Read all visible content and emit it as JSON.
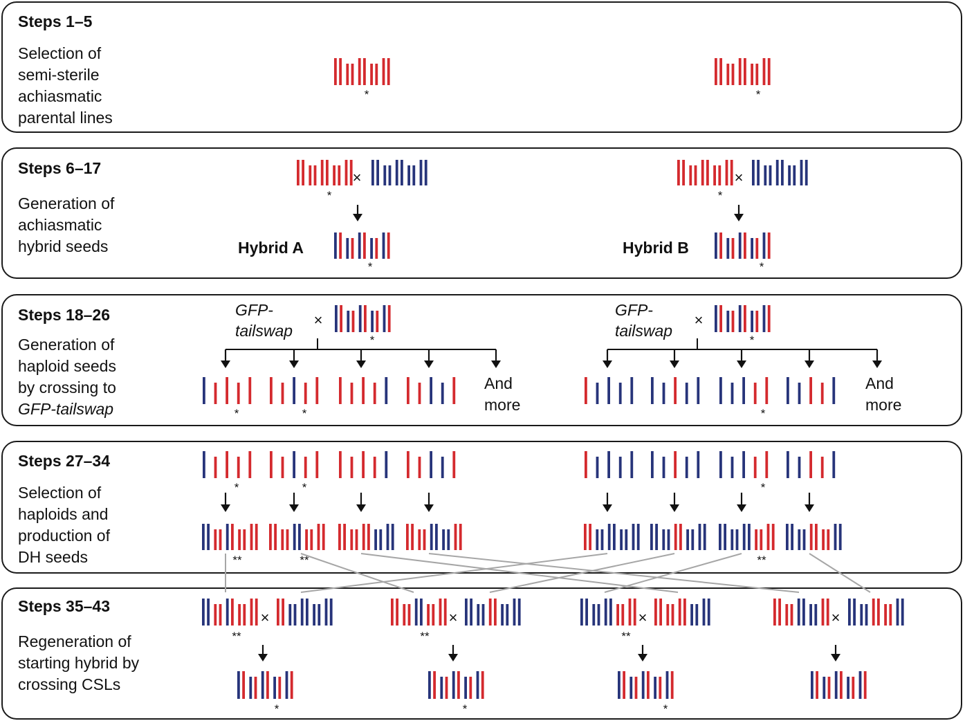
{
  "colors": {
    "red": "#d42a2e",
    "blue": "#27347a",
    "connector": "#a6a6a6",
    "border": "#1a1a1a",
    "arrow": "#111111"
  },
  "panels": [
    {
      "title": "Steps 1–5",
      "desc": "Selection of\nsemi-sterile\nachiasmatic\nparental lines"
    },
    {
      "title": "Steps 6–17",
      "desc": "Generation of\nachiasmatic\nhybrid seeds"
    },
    {
      "title": "Steps 18–26",
      "desc": "Generation of\nhaploid seeds\nby crossing to",
      "desc_italic": "GFP-tailswap"
    },
    {
      "title": "Steps 27–34",
      "desc": "Selection of\nhaploids and\nproduction of\nDH seeds"
    },
    {
      "title": "Steps 35–43",
      "desc": "Regeneration of\nstarting hybrid by\ncrossing CSLs"
    }
  ],
  "labels": {
    "hybrid_a": "Hybrid A",
    "hybrid_b": "Hybrid B",
    "gfp_line1": "GFP-",
    "gfp_line2": "tailswap",
    "and": "And",
    "more": "more",
    "cross_symbol": "×",
    "single_star": "*",
    "double_star": "**"
  }
}
